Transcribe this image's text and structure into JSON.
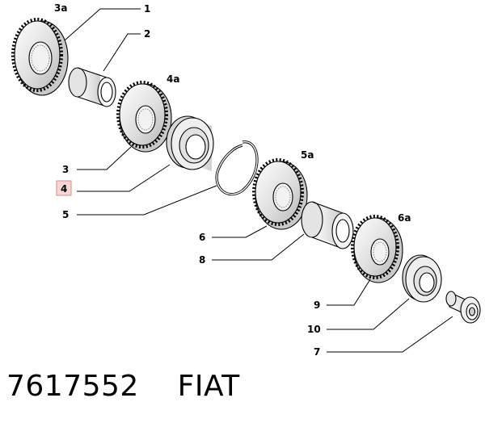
{
  "callouts": {
    "c3a": "3a",
    "c1": "1",
    "c2": "2",
    "c4a": "4a",
    "c3": "3",
    "c4": "4",
    "c5a": "5a",
    "c5": "5",
    "c6a": "6a",
    "c6": "6",
    "c8": "8",
    "c9": "9",
    "c10": "10",
    "c7": "7"
  },
  "footer": {
    "part_number": "7617552",
    "brand": "FIAT"
  },
  "colors": {
    "highlight": "#f7d6d6",
    "gear_fill": "#e6e6e6",
    "line": "#000000"
  }
}
